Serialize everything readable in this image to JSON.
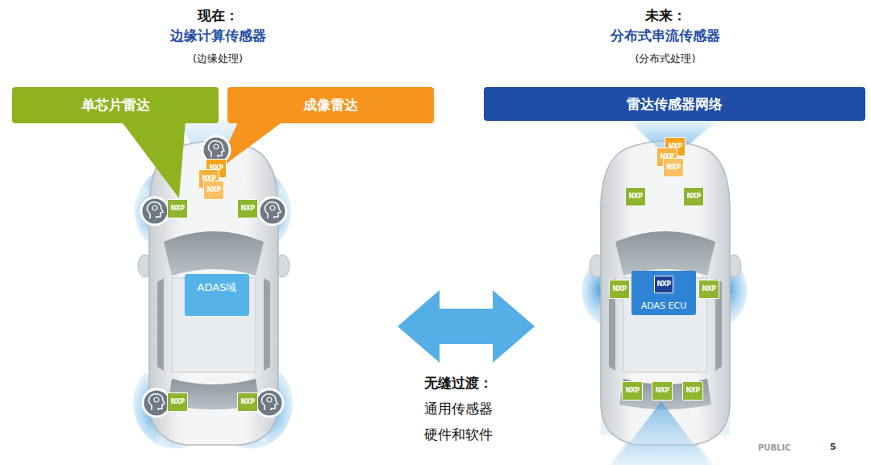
{
  "diagram": {
    "nodes": [
      {
        "text": [
          "单芯片雷达"
        ]
      },
      {
        "text": [
          "成像雷达"
        ]
      },
      {
        "text": [
          "ADAS域"
        ]
      },
      {
        "text": [
          "NXP"
        ]
      },
      {
        "text": [
          "NXP"
        ]
      },
      {
        "text": [
          "NXP"
        ]
      },
      {
        "text": [
          "NXP"
        ]
      },
      {
        "text": [
          "NXP"
        ]
      },
      {
        "text": [
          "NXP"
        ]
      },
      {
        "text": [
          "NXP"
        ]
      },
      {
        "text": [
          "雷达传感器网络"
        ]
      },
      {
        "text": [
          "NXP"
        ]
      },
      {
        "text": [
          "NXP"
        ]
      },
      {
        "text": [
          "NXP"
        ]
      },
      {
        "text": [
          "NXP"
        ]
      },
      {
        "text": [
          "NXP"
        ]
      },
      {
        "text": [
          "NXP"
        ]
      },
      {
        "text": [
          "NXP"
        ]
      },
      {
        "text": [
          "ADAS ECU"
        ]
      },
      {
        "text": [
          "NXP"
        ],
        "in": 18
      },
      {
        "text": [
          "NXP"
        ]
      },
      {
        "text": [
          "NXP"
        ]
      },
      {
        "text": [
          "NXP"
        ]
      }
    ],
    "labels": [
      "现在：",
      "边缘计算传感器",
      "(边缘处理)",
      "未来：",
      "分布式串流传感器",
      "(分布式处理)",
      "无缝过渡：",
      "通用传感器",
      "硬件和软件",
      "PUBLIC",
      "5"
    ]
  }
}
